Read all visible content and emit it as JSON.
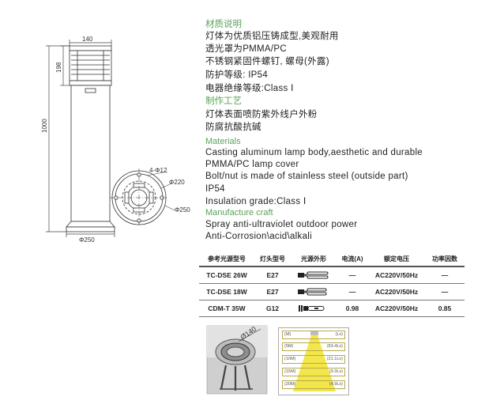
{
  "dimensions": {
    "top_width": "140",
    "head_height": "198",
    "total_height": "1000",
    "base_width": "Φ250",
    "hole": "4-Φ12",
    "inner_dia": "Φ220",
    "outer_dia": "Φ250",
    "photo_dia": "Ø140"
  },
  "spec_text": {
    "cn_material_head": "材质说明",
    "cn_lines_1": [
      "灯体为优质铝压铸成型,美观耐用",
      "透光罩为PMMA/PC",
      "不锈钢紧固件螺钉, 螺母(外露)",
      "防护等级: IP54",
      "电器绝缘等级:Class Ⅰ"
    ],
    "cn_craft_head": "制作工艺",
    "cn_lines_2": [
      "灯体表面喷防紫外线户外粉",
      "防腐抗酸抗碱"
    ],
    "en_material_head": "Materials",
    "en_lines_1": [
      "Casting aluminum lamp body,aesthetic and durable",
      "PMMA/PC  lamp cover",
      "Bolt/nut is made of stainless steel (outside part)",
      "IP54",
      "Insulation grade:Class Ⅰ"
    ],
    "en_craft_head": "Manufacture craft",
    "en_lines_2": [
      "Spray anti-ultraviolet outdoor power",
      "Anti-Corrosion\\acid\\alkali"
    ]
  },
  "table": {
    "headers": [
      "参考光源型号",
      "灯头型号",
      "光源外形",
      "电流(A)",
      "额定电压",
      "功率因数"
    ],
    "rows": [
      [
        "TC-DSE 26W",
        "E27",
        "",
        "—",
        "AC220V/50Hz",
        "—"
      ],
      [
        "TC-DSE 18W",
        "E27",
        "",
        "—",
        "AC220V/50Hz",
        "—"
      ],
      [
        "CDM-T 35W",
        "G12",
        "",
        "0.98",
        "AC220V/50Hz",
        "0.85"
      ]
    ]
  },
  "lux": {
    "rows": [
      {
        "left": "(M)",
        "right": "(Lx)"
      },
      {
        "left": "(5M)",
        "right": "(83.4Lx)"
      },
      {
        "left": "(10M)",
        "right": "(21.1Lx)"
      },
      {
        "left": "(15M)",
        "right": "(9.3Lx)"
      },
      {
        "left": "(20M)",
        "right": "(4.9Lx)"
      }
    ]
  },
  "colors": {
    "heading_green": "#5aa35a",
    "lux_yellow": "#f3e64a"
  }
}
